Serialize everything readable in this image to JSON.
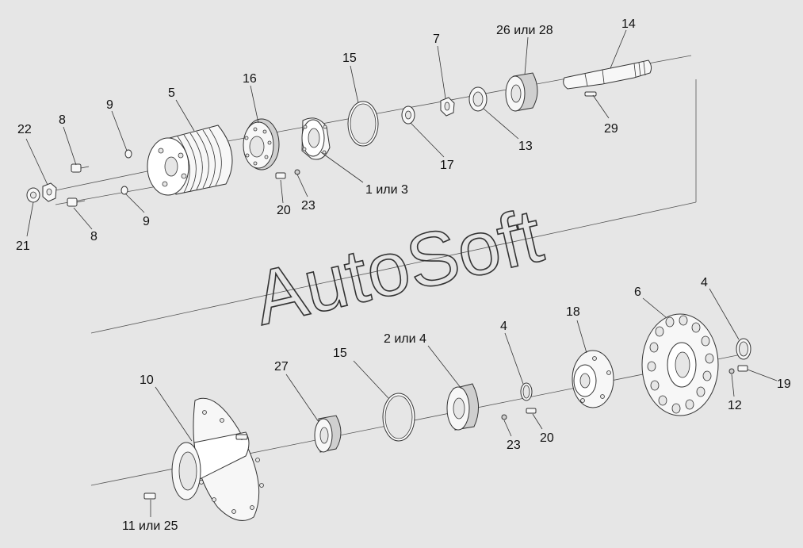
{
  "watermark": "AutoSoft",
  "labels": {
    "l22": "22",
    "l8a": "8",
    "l9a": "9",
    "l5": "5",
    "l16": "16",
    "l15a": "15",
    "l7": "7",
    "l26_28": "26 или 28",
    "l14": "14",
    "l21": "21",
    "l8b": "8",
    "l9b": "9",
    "l20a": "20",
    "l23a": "23",
    "l1_3": "1 или 3",
    "l17": "17",
    "l13": "13",
    "l29": "29",
    "l10": "10",
    "l27": "27",
    "l15b": "15",
    "l2_4": "2 или 4",
    "l4a": "4",
    "l18": "18",
    "l6": "6",
    "l4b": "4",
    "l19": "19",
    "l12": "12",
    "l23b": "23",
    "l20b": "20",
    "l11_25": "11 или 25"
  }
}
